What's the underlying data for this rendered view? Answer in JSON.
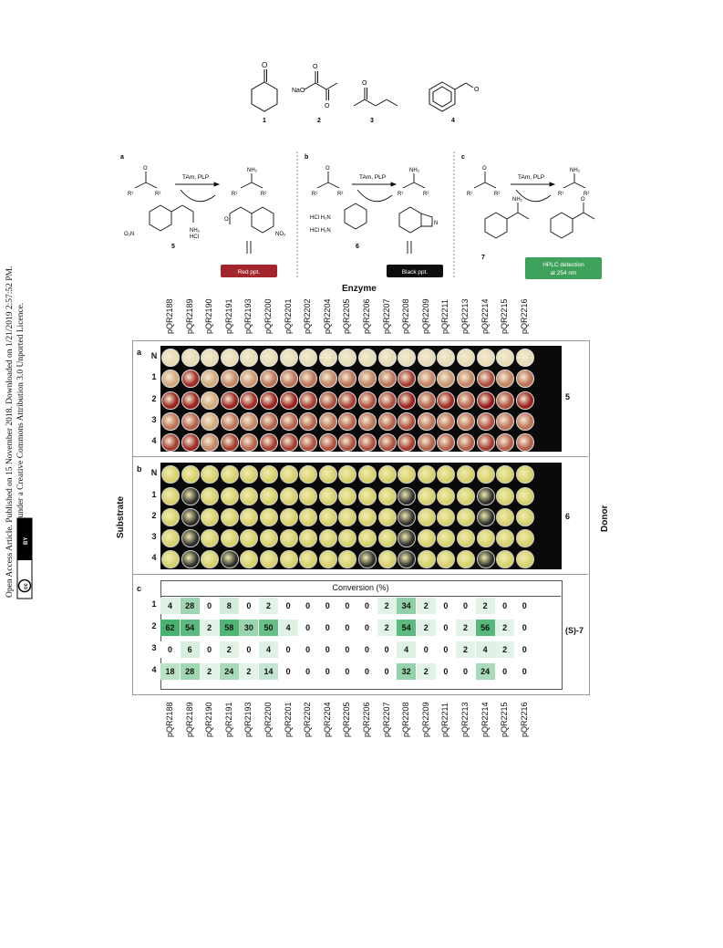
{
  "sidebar": {
    "line1": "Open Access Article. Published on 15 November 2018. Downloaded on 1/21/2019 2:57:52 PM.",
    "line2": "This article is licensed under a Creative Commons Attribution 3.0 Unported Licence.",
    "cc_label": "cc",
    "by_label": "BY"
  },
  "substrates": [
    "1",
    "2",
    "3",
    "4"
  ],
  "substrate_labels": {
    "naO": "NaO"
  },
  "schemes": {
    "a": {
      "label": "a",
      "reagents": "TAm, PLP",
      "donor": "5",
      "result": "Red ppt."
    },
    "b": {
      "label": "b",
      "reagents": "TAm, PLP",
      "donor": "6",
      "result": "Black ppt."
    },
    "c": {
      "label": "c",
      "reagents": "TAm, PLP",
      "donor": "7",
      "result_line1": "HPLC detection",
      "result_line2": "at 254 nm"
    }
  },
  "enzyme_title": "Enzyme",
  "enzymes": [
    "pQR2188",
    "pQR2189",
    "pQR2190",
    "pQR2191",
    "pQR2193",
    "pQR2200",
    "pQR2201",
    "pQR2202",
    "pQR2204",
    "pQR2205",
    "pQR2206",
    "pQR2207",
    "pQR2208",
    "pQR2209",
    "pQR2211",
    "pQR2213",
    "pQR2214",
    "pQR2215",
    "pQR2216"
  ],
  "substrate_axis": "Substrate",
  "donor_axis": "Donor",
  "plate_rows": [
    "N",
    "1",
    "2",
    "3",
    "4"
  ],
  "panel_a": {
    "label": "a",
    "donor": "5"
  },
  "panel_b": {
    "label": "b",
    "donor": "6"
  },
  "panel_c": {
    "label": "c",
    "title": "Conversion (%)",
    "donor": "(S)-7",
    "rows": [
      "1",
      "2",
      "3",
      "4"
    ],
    "values": [
      [
        4,
        28,
        0,
        8,
        0,
        2,
        0,
        0,
        0,
        0,
        0,
        2,
        34,
        2,
        0,
        0,
        2,
        0,
        0
      ],
      [
        62,
        54,
        2,
        58,
        30,
        50,
        4,
        0,
        0,
        0,
        0,
        2,
        54,
        2,
        0,
        2,
        56,
        2,
        0
      ],
      [
        0,
        6,
        0,
        2,
        0,
        4,
        0,
        0,
        0,
        0,
        0,
        0,
        4,
        0,
        0,
        2,
        4,
        2,
        0
      ],
      [
        18,
        28,
        2,
        24,
        2,
        14,
        0,
        0,
        0,
        0,
        0,
        0,
        32,
        2,
        0,
        0,
        24,
        0,
        0
      ]
    ]
  },
  "colors": {
    "red_ppt": "#a3252b",
    "black_ppt": "#0d0d0d",
    "hplc": "#3fa25a"
  }
}
